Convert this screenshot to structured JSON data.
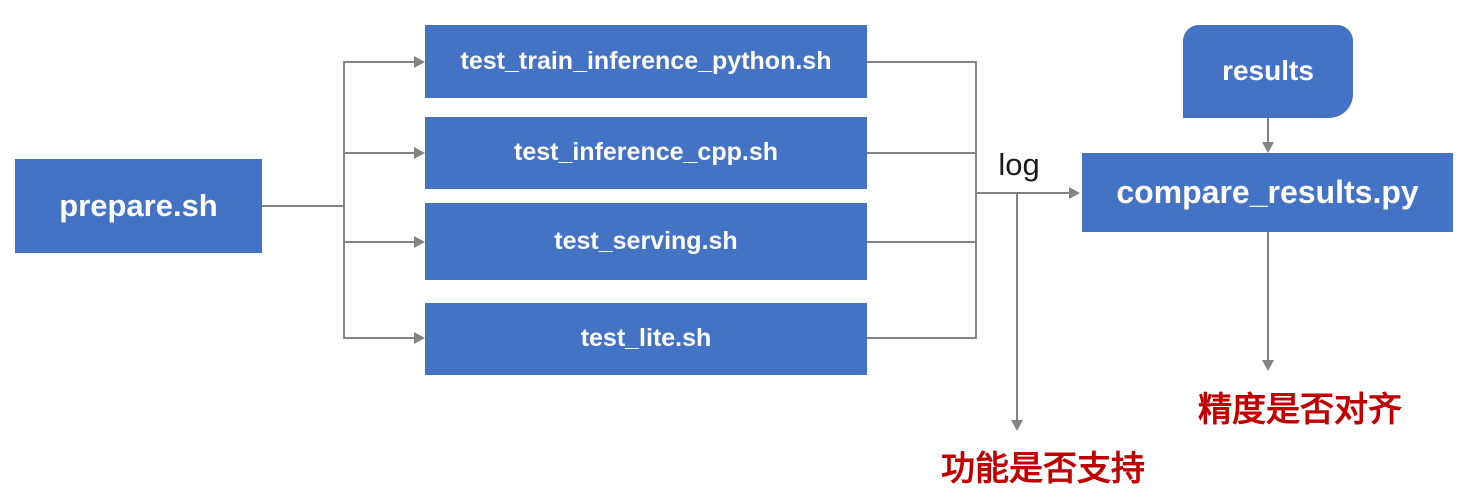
{
  "diagram": {
    "nodes": {
      "prepare": {
        "label": "prepare.sh"
      },
      "tests": [
        {
          "label": "test_train_inference_python.sh"
        },
        {
          "label": "test_inference_cpp.sh"
        },
        {
          "label": "test_serving.sh"
        },
        {
          "label": "test_lite.sh"
        }
      ],
      "results": {
        "label": "results"
      },
      "compare": {
        "label": "compare_results.py"
      }
    },
    "edge_labels": {
      "log": "log"
    },
    "annotations": {
      "feature_support": "功能是否支持",
      "accuracy_aligned": "精度是否对齐"
    },
    "colors": {
      "node_fill": "#4472C4",
      "node_text": "#FFFFFF",
      "connector": "#838383",
      "annotation_red": "#C00000",
      "log_text": "#1A1A1A"
    }
  }
}
